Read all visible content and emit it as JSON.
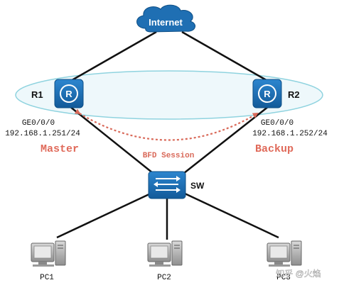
{
  "cloud": {
    "label": "Internet"
  },
  "routers": [
    {
      "name": "R1",
      "interface": "GE0/0/0",
      "ip": "192.168.1.251/24",
      "role": "Master"
    },
    {
      "name": "R2",
      "interface": "GE0/0/0",
      "ip": "192.168.1.252/24",
      "role": "Backup"
    }
  ],
  "session": {
    "label": "BFD Session"
  },
  "switch": {
    "label": "SW"
  },
  "pcs": [
    {
      "label": "PC1"
    },
    {
      "label": "PC2"
    },
    {
      "label": "PC3"
    }
  ],
  "watermark": {
    "text": "知乎 @火焰"
  },
  "colors": {
    "device_blue": "#1f6fb3",
    "role_red": "#e06a5a",
    "session_red": "#d96a5a",
    "vrrp_ring": "#8fd3df",
    "vrrp_fill": "#eaf7fa"
  }
}
